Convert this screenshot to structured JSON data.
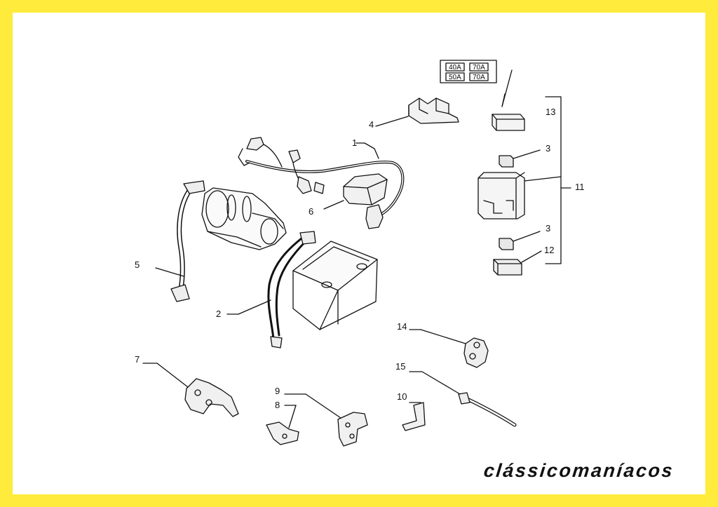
{
  "colors": {
    "frame": "#FFEB3B",
    "panel": "#FFFFFF",
    "ink": "#111111"
  },
  "fuses": [
    {
      "label": "40A"
    },
    {
      "label": "70A"
    },
    {
      "label": "50A"
    },
    {
      "label": "70A"
    }
  ],
  "callouts": {
    "c1": "1",
    "c2": "2",
    "c3a": "3",
    "c3b": "3",
    "c4": "4",
    "c5": "5",
    "c6": "6",
    "c7": "7",
    "c8": "8",
    "c9": "9",
    "c10": "10",
    "c11": "11",
    "c12": "12",
    "c13": "13",
    "c14": "14",
    "c15": "15"
  },
  "brand": {
    "text": "clássicomaníacos"
  }
}
